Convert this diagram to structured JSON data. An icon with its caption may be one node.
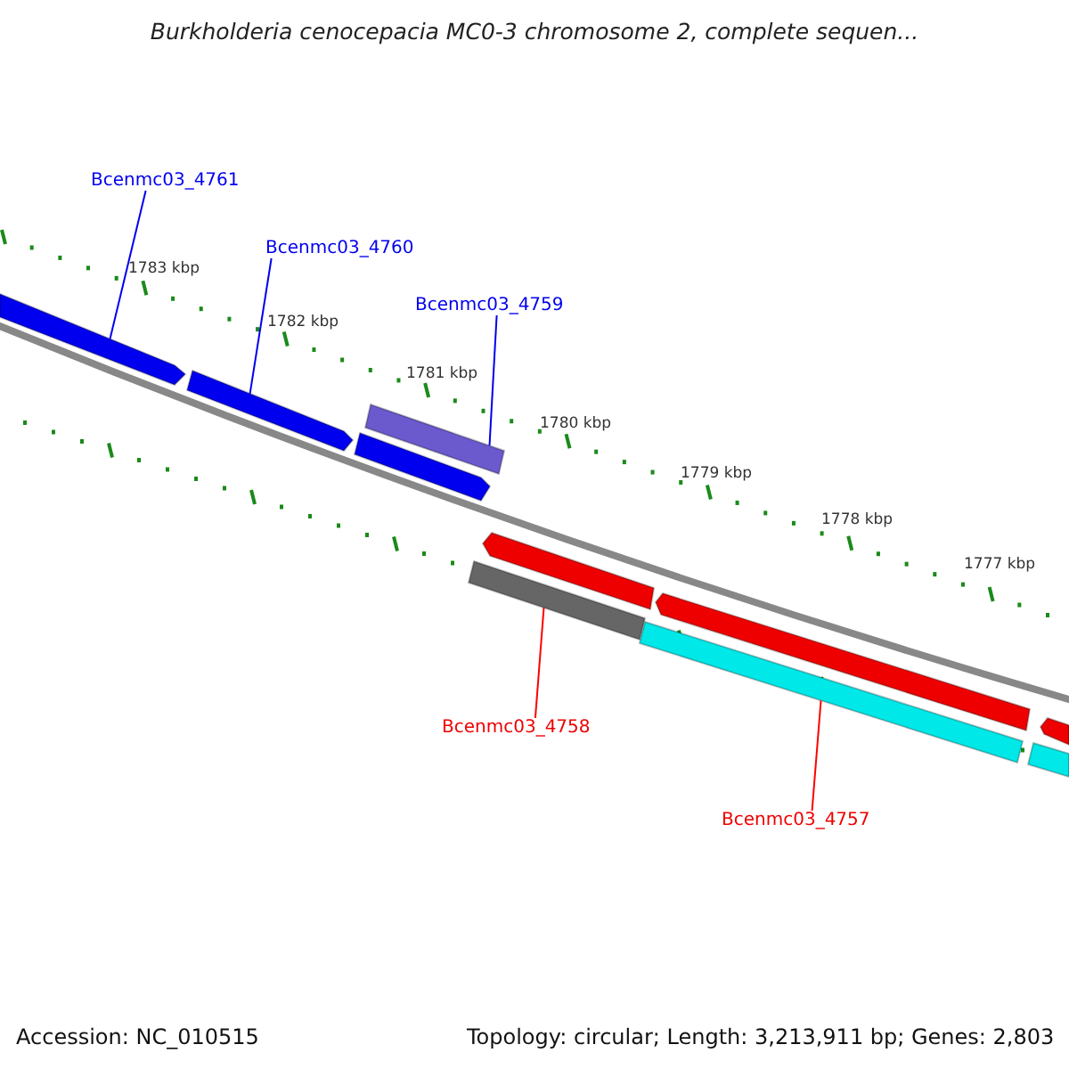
{
  "diagram": {
    "title": "Burkholderia cenocepacia MC0-3 chromosome 2, complete sequen...",
    "nodes": [
      {
        "text": [
          "Bcenmc03_4761"
        ]
      },
      {
        "text": [
          "Bcenmc03_4760"
        ]
      },
      {
        "text": [
          "Bcenmc03_4759"
        ]
      },
      {
        "text": [
          "Bcenmc03_4758"
        ]
      },
      {
        "text": [
          "Bcenmc03_4757"
        ]
      },
      {
        "text": [],
        "shape": "arrow"
      },
      {
        "text": [],
        "shape": "arrow"
      },
      {
        "text": [],
        "shape": "bar"
      },
      {
        "text": [],
        "shape": "arrow"
      },
      {
        "text": [],
        "shape": "arrow"
      },
      {
        "text": [],
        "shape": "bar"
      },
      {
        "text": [],
        "shape": "arrow"
      },
      {
        "text": [],
        "shape": "bar"
      },
      {
        "text": [],
        "shape": "arrow"
      },
      {
        "text": [],
        "shape": "bar"
      }
    ],
    "edges": [
      {
        "from": 0,
        "to": 5,
        "arrow": "none"
      },
      {
        "from": 1,
        "to": 6,
        "arrow": "none"
      },
      {
        "from": 2,
        "to": 7,
        "arrow": "none"
      },
      {
        "from": 3,
        "to": 10,
        "arrow": "none",
        "color": "#ff0000"
      },
      {
        "from": 4,
        "to": 12,
        "arrow": "none",
        "color": "#ff0000"
      }
    ],
    "labels": [
      "1783 kbp",
      "1782 kbp",
      "1781 kbp",
      "1780 kbp",
      "1779 kbp",
      "1778 kbp",
      "1777 kbp",
      "Accession: NC_010515",
      "Topology: circular; Length: 3,213,911 bp; Genes: 2,803"
    ]
  }
}
